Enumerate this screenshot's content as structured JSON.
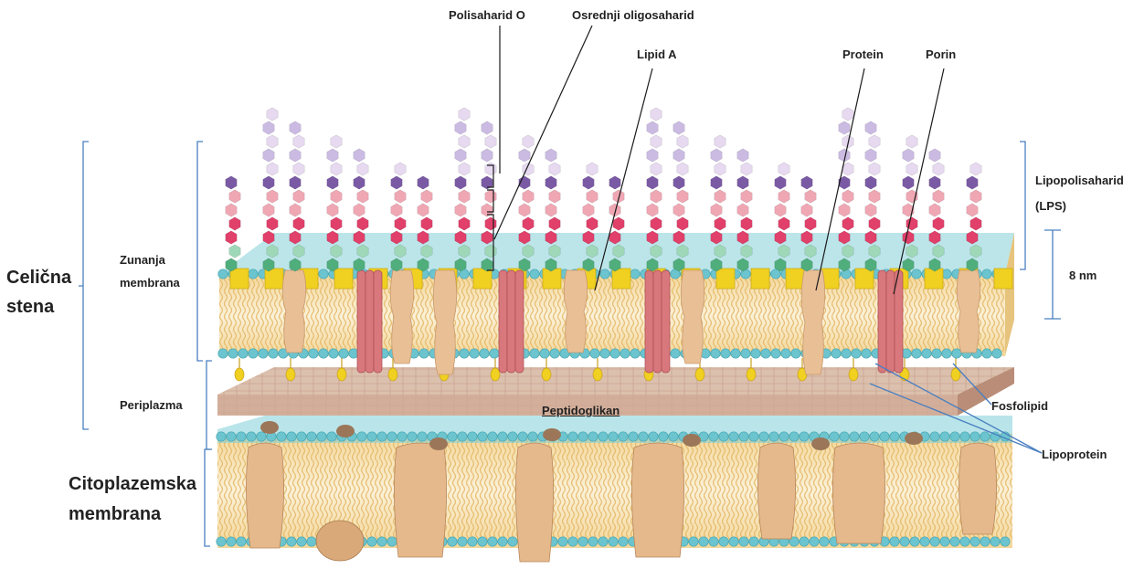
{
  "labels": {
    "polisaharid_o": "Polisaharid O",
    "osrednji_oligosaharid": "Osrednji oligosaharid",
    "lipid_a": "Lipid A",
    "protein": "Protein",
    "porin": "Porin",
    "lipopolisaharid_1": "Lipopolisaharid",
    "lipopolisaharid_2": "(LPS)",
    "size_8nm": "8 nm",
    "celicna_stena_1": "Celična",
    "celicna_stena_2": "stena",
    "zunanja_membrana_1": "Zunanja",
    "zunanja_membrana_2": "membrana",
    "periplazma": "Periplazma",
    "peptidoglikan": "Peptidoglikan",
    "fosfolipid": "Fosfolipid",
    "lipoprotein": "Lipoprotein",
    "citoplazemska_membrana_1": "Citoplazemska",
    "citoplazemska_membrana_2": "membrana"
  },
  "colors": {
    "bracket": "#4a7fc0",
    "leader": "#1a1a1a",
    "head_group": "#6cc4cf",
    "tail": "#e8c070",
    "protein": "#e9bf95",
    "porin": "#d8777c",
    "lipid_a_square": "#f0d020",
    "peptidoglycan": "#d9b9a8"
  }
}
